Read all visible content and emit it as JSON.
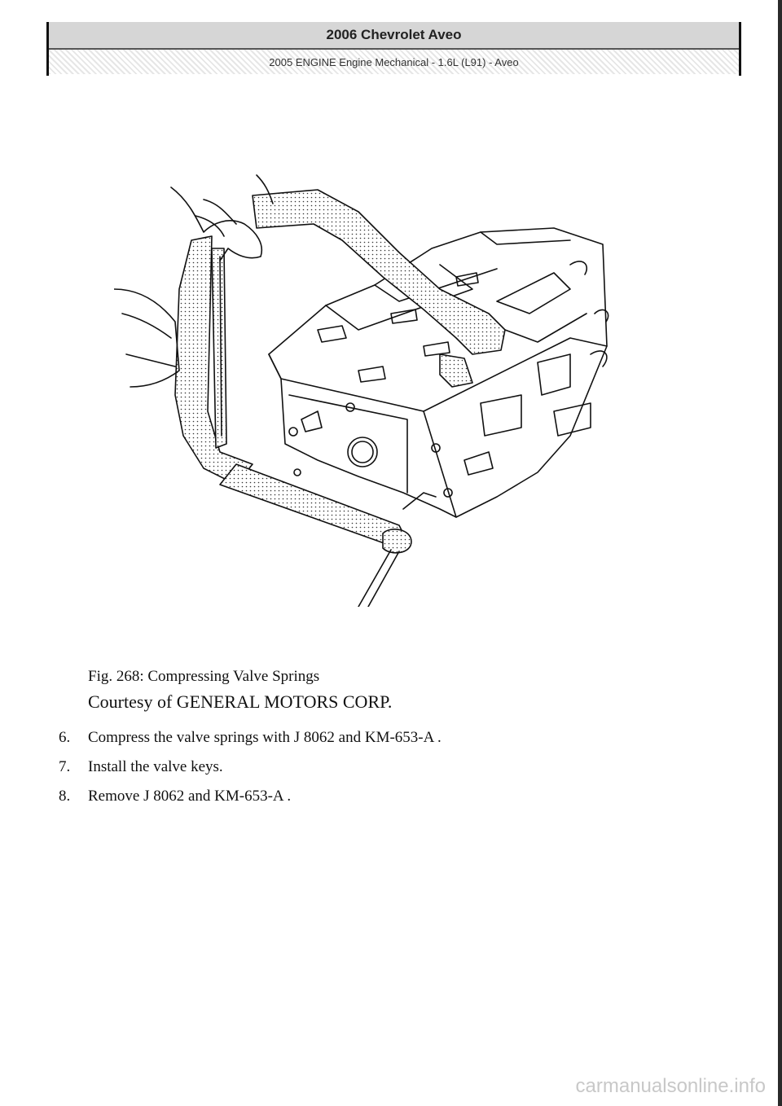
{
  "header": {
    "title": "2006 Chevrolet Aveo",
    "subtitle": "2005 ENGINE Engine Mechanical - 1.6L (L91) - Aveo"
  },
  "figure": {
    "caption": "Fig. 268: Compressing Valve Springs",
    "credit": "Courtesy of GENERAL MOTORS CORP."
  },
  "steps": [
    {
      "num": "6.",
      "text": "Compress the valve springs with J 8062 and KM-653-A ."
    },
    {
      "num": "7.",
      "text": "Install the valve keys."
    },
    {
      "num": "8.",
      "text": "Remove J 8062 and KM-653-A ."
    }
  ],
  "watermark": "carmanualsonline.info"
}
